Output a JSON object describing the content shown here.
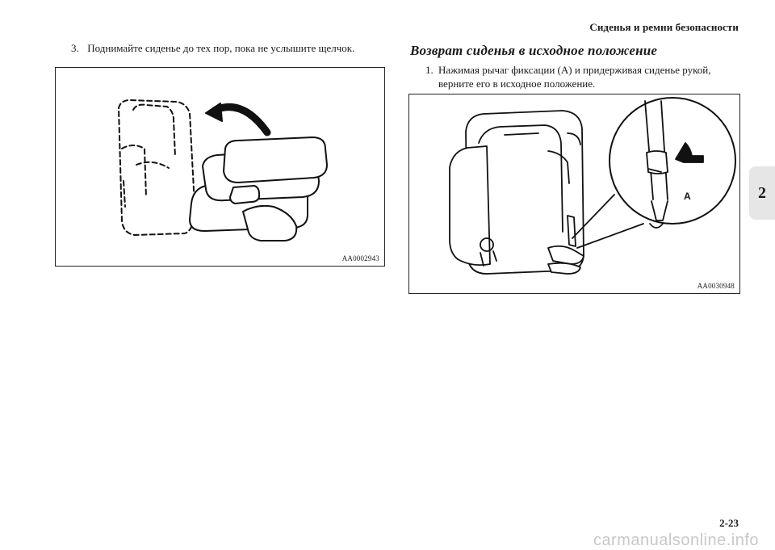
{
  "header": {
    "title": "Сиденья и ремни безопасности"
  },
  "chapter_tab": {
    "label": "2"
  },
  "left_column": {
    "step": {
      "number": "3.",
      "text": "Поднимайте сиденье до тех пор, пока не услышите щелчок."
    },
    "figure": {
      "code": "AA0002943"
    }
  },
  "right_column": {
    "heading": "Возврат сиденья в исходное положение",
    "step": {
      "number": "1.",
      "text": "Нажимая рычаг фиксации (A) и придерживая сиденье рукой, верните его в исходное положение."
    },
    "figure": {
      "code": "AA0030948",
      "callout_label": "A"
    }
  },
  "footer": {
    "page_number": "2-23",
    "watermark": "carmanualsonline.info"
  }
}
